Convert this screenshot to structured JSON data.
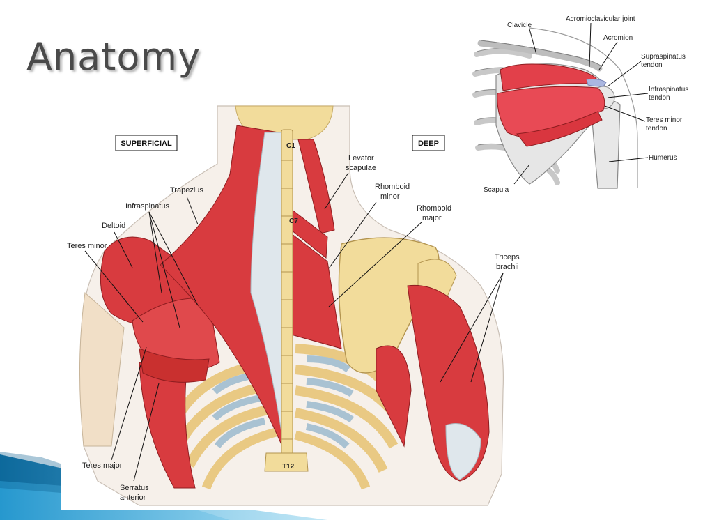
{
  "slide": {
    "title": "Anatomy"
  },
  "colors": {
    "muscle": "#d83b3f",
    "muscle_light": "#ef7b7b",
    "bone": "#f2dc9b",
    "cartilage": "#a9c2d2",
    "skin": "#f6f0ea",
    "accent_blue": "#1b8fc6"
  },
  "main_diagram": {
    "boxes": {
      "superficial": "SUPERFICIAL",
      "deep": "DEEP"
    },
    "vertebrae": {
      "c1": "C1",
      "c7": "C7",
      "t12": "T12"
    },
    "labels": {
      "trapezius": "Trapezius",
      "infraspinatus": "Infraspinatus",
      "deltoid": "Deltoid",
      "teres_minor": "Teres minor",
      "teres_major": "Teres major",
      "serratus_1": "Serratus",
      "serratus_2": "anterior",
      "levator_1": "Levator",
      "levator_2": "scapulae",
      "rhomboid_minor_1": "Rhomboid",
      "rhomboid_minor_2": "minor",
      "rhomboid_major_1": "Rhomboid",
      "rhomboid_major_2": "major",
      "triceps_1": "Triceps",
      "triceps_2": "brachii"
    }
  },
  "inset_diagram": {
    "labels": {
      "clavicle": "Clavicle",
      "ac_joint": "Acromioclavicular joint",
      "acromion": "Acromion",
      "supraspinatus_1": "Supraspinatus",
      "supraspinatus_2": "tendon",
      "infraspinatus_1": "Infraspinatus",
      "infraspinatus_2": "tendon",
      "teres_minor_1": "Teres minor",
      "teres_minor_2": "tendon",
      "humerus": "Humerus",
      "scapula": "Scapula"
    }
  }
}
